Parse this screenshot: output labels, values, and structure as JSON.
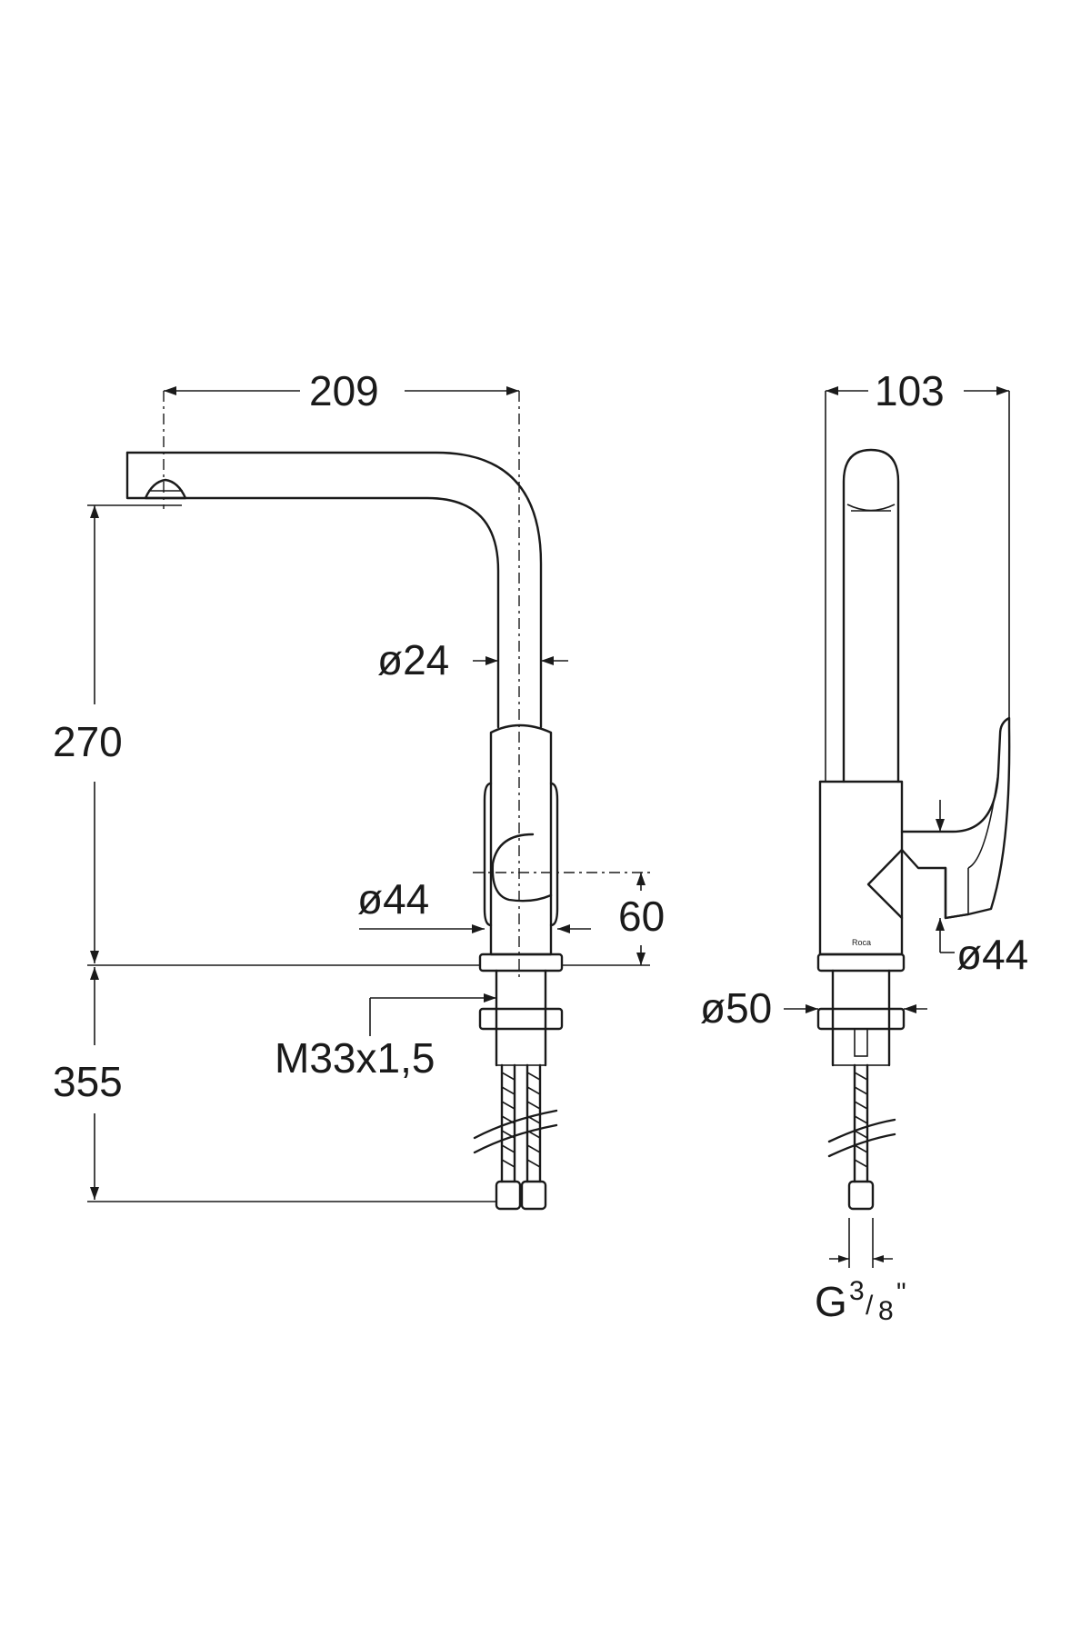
{
  "front_view": {
    "dim_spout_reach": "209",
    "dim_spout_height": "270",
    "dim_spout_diameter": "ø24",
    "dim_body_diameter": "ø44",
    "dim_lever_axis": "60",
    "dim_thread": "M33x1,5",
    "dim_below_deck": "355"
  },
  "side_view": {
    "dim_total_depth": "103",
    "dim_lever_diameter": "ø44",
    "dim_base_diameter": "ø50",
    "dim_connection_main": "G",
    "dim_connection_num": "3",
    "dim_connection_den": "8",
    "dim_connection_unit": "\"",
    "brand_mark": "Roca"
  }
}
